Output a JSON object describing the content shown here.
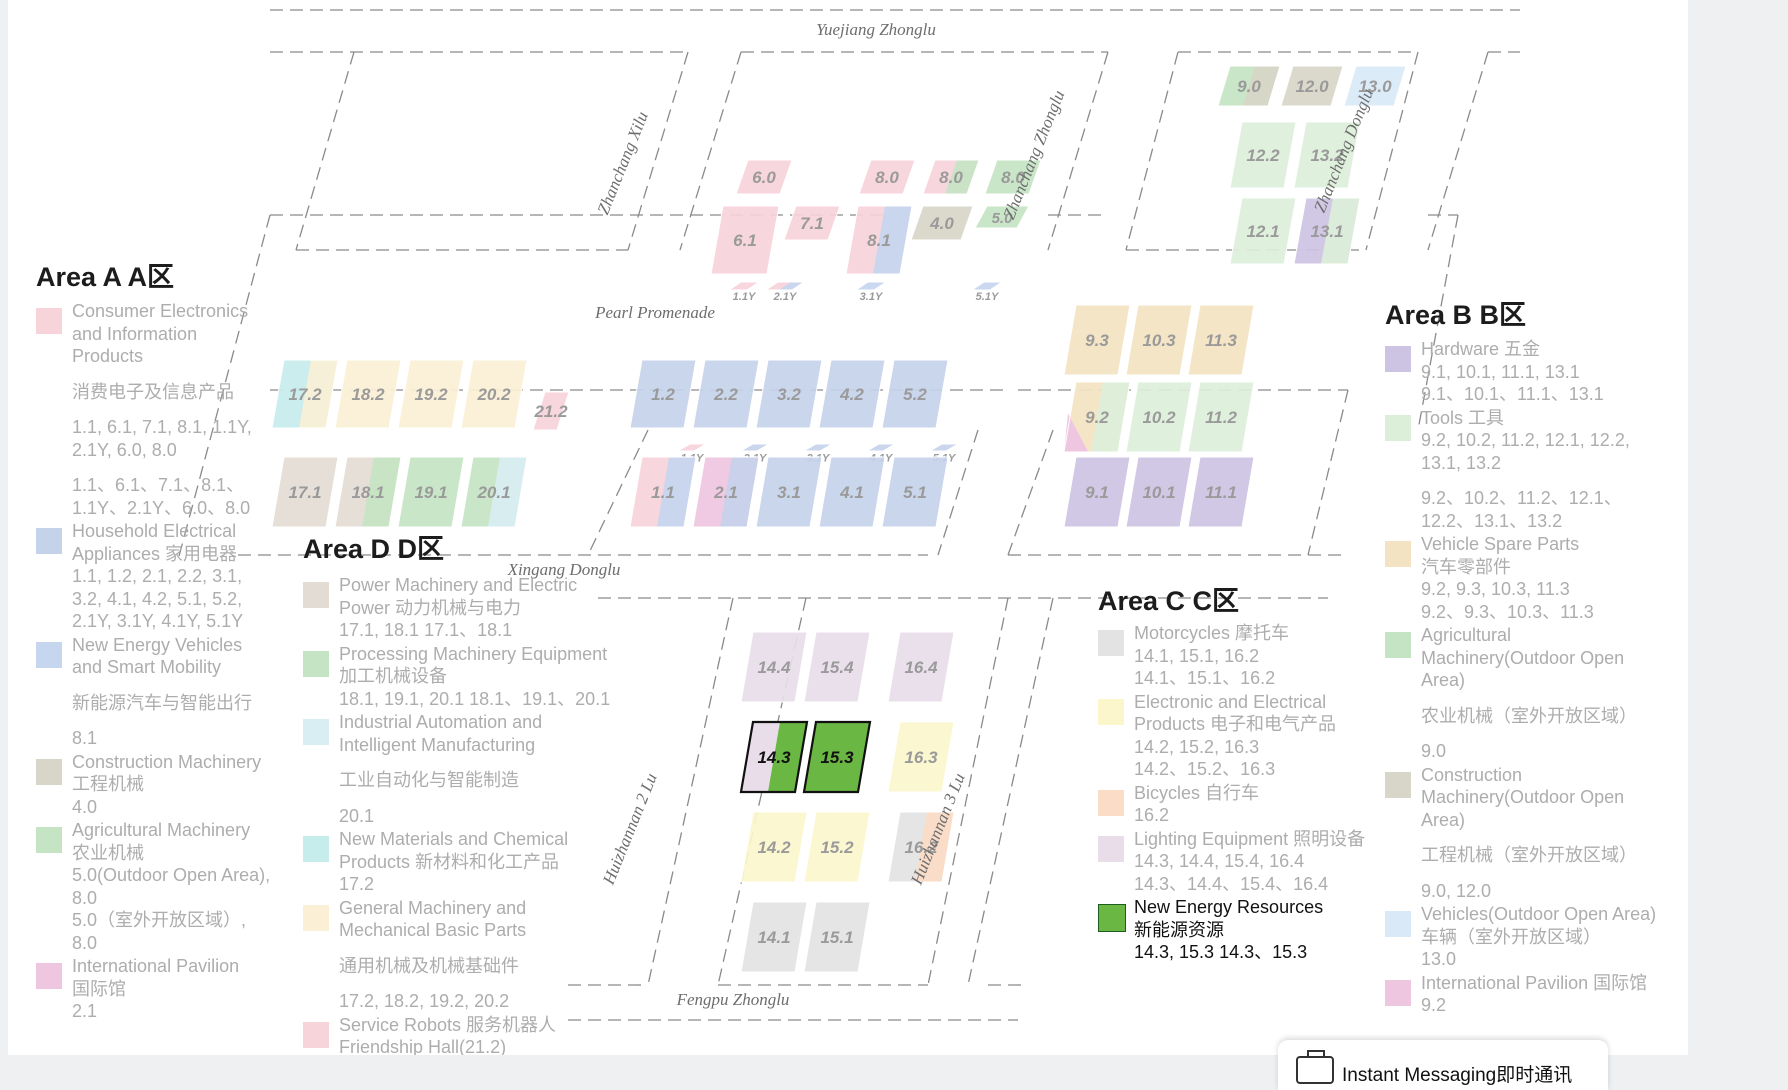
{
  "streets": [
    {
      "text": "Yuejiang Zhonglu"
    },
    {
      "text": "Zhanchang Xilu"
    },
    {
      "text": "Zhanchang Zhonglu"
    },
    {
      "text": "Zhanchang Donglu"
    },
    {
      "text": "Pearl Promenade"
    },
    {
      "text": "Xingang Donglu"
    },
    {
      "text": "Huizhannan 2 Lu"
    },
    {
      "text": "Huizhannan 3 Lu"
    },
    {
      "text": "Fengpu Zhonglu"
    }
  ],
  "halls": [
    {
      "label": "9.0",
      "colors": [
        "#c5e4c3",
        "#d8d6c8"
      ]
    },
    {
      "label": "12.0",
      "colors": [
        "#d8d6c8"
      ]
    },
    {
      "label": "13.0",
      "colors": [
        "#d9e9f7"
      ]
    },
    {
      "label": "12.2",
      "colors": [
        "#dcefd9"
      ]
    },
    {
      "label": "13.2",
      "colors": [
        "#dcefd9"
      ]
    },
    {
      "label": "12.1",
      "colors": [
        "#dcefd9"
      ]
    },
    {
      "label": "13.1",
      "colors": [
        "#cdc3e3",
        "#dcefd9"
      ]
    },
    {
      "label": "6.0",
      "colors": [
        "#f7d3da"
      ]
    },
    {
      "label": "8.0",
      "colors": [
        "#f7d3da"
      ]
    },
    {
      "label": "8.0",
      "colors": [
        "#f7d3da",
        "#c5e4c3"
      ]
    },
    {
      "label": "8.0",
      "colors": [
        "#c5e4c3"
      ]
    },
    {
      "label": "6.1",
      "colors": [
        "#f7d3da"
      ]
    },
    {
      "label": "7.1",
      "colors": [
        "#f7d3da"
      ]
    },
    {
      "label": "8.1",
      "colors": [
        "#f7d3da",
        "#c5d6ee"
      ]
    },
    {
      "label": "4.0",
      "colors": [
        "#d8d6c8"
      ]
    },
    {
      "label": "5.0",
      "colors": [
        "#c5e4c3"
      ]
    },
    {
      "label": "1.1Y",
      "colors": [
        "#f7d3da"
      ]
    },
    {
      "label": "2.1Y",
      "colors": [
        "#f7d3da",
        "#c5d6ee"
      ]
    },
    {
      "label": "3.1Y",
      "colors": [
        "#c5d6ee"
      ]
    },
    {
      "label": "5.1Y",
      "colors": [
        "#c5d6ee"
      ]
    },
    {
      "label": "9.3",
      "colors": [
        "#f3e3c2"
      ]
    },
    {
      "label": "10.3",
      "colors": [
        "#f3e3c2"
      ]
    },
    {
      "label": "11.3",
      "colors": [
        "#f3e3c2"
      ]
    },
    {
      "label": "9.2",
      "colors": [
        "#f3e3c2",
        "#dcefd9",
        "#efc6e0"
      ]
    },
    {
      "label": "10.2",
      "colors": [
        "#dcefd9"
      ]
    },
    {
      "label": "11.2",
      "colors": [
        "#dcefd9"
      ]
    },
    {
      "label": "9.1",
      "colors": [
        "#cdc3e3"
      ]
    },
    {
      "label": "10.1",
      "colors": [
        "#cdc3e3"
      ]
    },
    {
      "label": "11.1",
      "colors": [
        "#cdc3e3"
      ]
    },
    {
      "label": "17.2",
      "colors": [
        "#c7ecec",
        "#fbf0d6"
      ]
    },
    {
      "label": "18.2",
      "colors": [
        "#fbf0d6"
      ]
    },
    {
      "label": "19.2",
      "colors": [
        "#fbf0d6"
      ]
    },
    {
      "label": "20.2",
      "colors": [
        "#fbf0d6"
      ]
    },
    {
      "label": "21.2",
      "colors": [
        "#f7d3da"
      ]
    },
    {
      "label": "17.1",
      "colors": [
        "#e3dcd4"
      ]
    },
    {
      "label": "18.1",
      "colors": [
        "#e3dcd4",
        "#c5e4c3"
      ]
    },
    {
      "label": "19.1",
      "colors": [
        "#c5e4c3"
      ]
    },
    {
      "label": "20.1",
      "colors": [
        "#c5e4c3",
        "#d9eef3"
      ]
    },
    {
      "label": "1.2",
      "colors": [
        "#c5d3ea"
      ]
    },
    {
      "label": "2.2",
      "colors": [
        "#c5d3ea"
      ]
    },
    {
      "label": "3.2",
      "colors": [
        "#c5d3ea"
      ]
    },
    {
      "label": "4.2",
      "colors": [
        "#c5d3ea"
      ]
    },
    {
      "label": "5.2",
      "colors": [
        "#c5d3ea"
      ]
    },
    {
      "label": "1.1Y",
      "colors": [
        "#f7d3da"
      ]
    },
    {
      "label": "2.1Y",
      "colors": [
        "#c5d3ea"
      ]
    },
    {
      "label": "3.1Y",
      "colors": [
        "#c5d3ea"
      ]
    },
    {
      "label": "4.1Y",
      "colors": [
        "#c5d3ea"
      ]
    },
    {
      "label": "5.1Y",
      "colors": [
        "#c5d3ea"
      ]
    },
    {
      "label": "1.1",
      "colors": [
        "#f7d3da",
        "#c5d6ee"
      ]
    },
    {
      "label": "2.1",
      "colors": [
        "#efc6e0",
        "#c5d3ea"
      ]
    },
    {
      "label": "3.1",
      "colors": [
        "#c5d3ea"
      ]
    },
    {
      "label": "4.1",
      "colors": [
        "#c5d3ea"
      ]
    },
    {
      "label": "5.1",
      "colors": [
        "#c5d3ea"
      ]
    },
    {
      "label": "14.4",
      "colors": [
        "#e8dde9"
      ]
    },
    {
      "label": "15.4",
      "colors": [
        "#e8dde9"
      ]
    },
    {
      "label": "16.4",
      "colors": [
        "#e8dde9"
      ]
    },
    {
      "label": "14.3",
      "colors": [
        "#e8dde9",
        "#6ab744"
      ],
      "active": true
    },
    {
      "label": "15.3",
      "colors": [
        "#6ab744"
      ],
      "active": true
    },
    {
      "label": "16.3",
      "colors": [
        "#fbf6cc"
      ]
    },
    {
      "label": "14.2",
      "colors": [
        "#fbf6cc"
      ]
    },
    {
      "label": "15.2",
      "colors": [
        "#fbf6cc"
      ]
    },
    {
      "label": "16.2",
      "colors": [
        "#e3e3e3",
        "#fbdcc7"
      ]
    },
    {
      "label": "14.1",
      "colors": [
        "#e3e3e3"
      ]
    },
    {
      "label": "15.1",
      "colors": [
        "#e3e3e3"
      ]
    }
  ],
  "areas": {
    "a": {
      "title": "Area A A区",
      "items": [
        {
          "color": "#f7d3da",
          "lines": [
            "Consumer Electronics",
            "and Information",
            "Products",
            "",
            "消费电子及信息产品",
            "",
            "1.1, 6.1, 7.1, 8.1, 1.1Y,",
            "2.1Y, 6.0, 8.0",
            "",
            "1.1、6.1、7.1、8.1、",
            "1.1Y、2.1Y、6.0、8.0"
          ]
        },
        {
          "color": "#c5d3ea",
          "lines": [
            "Household Electrical",
            "Appliances 家用电器",
            "1.1, 1.2, 2.1, 2.2, 3.1,",
            "3.2, 4.1, 4.2, 5.1, 5.2,",
            "2.1Y, 3.1Y, 4.1Y, 5.1Y"
          ]
        },
        {
          "color": "#c5d6ee",
          "lines": [
            "New Energy Vehicles",
            "and Smart Mobility",
            "",
            "新能源汽车与智能出行",
            "",
            "8.1"
          ]
        },
        {
          "color": "#d8d6c8",
          "lines": [
            "Construction Machinery",
            "工程机械",
            "4.0"
          ]
        },
        {
          "color": "#c5e4c3",
          "lines": [
            "Agricultural Machinery",
            "农业机械",
            "5.0(Outdoor Open Area),",
            "8.0",
            "5.0（室外开放区域）,",
            "8.0"
          ]
        },
        {
          "color": "#efc6e0",
          "lines": [
            "International Pavilion",
            "国际馆",
            "2.1"
          ]
        }
      ]
    },
    "d": {
      "title": "Area D D区",
      "items": [
        {
          "color": "#e3dcd4",
          "lines": [
            "Power Machinery and Electric",
            "Power 动力机械与电力",
            "17.1, 18.1 17.1、18.1"
          ]
        },
        {
          "color": "#c5e4c3",
          "lines": [
            "Processing Machinery Equipment",
            "加工机械设备",
            "18.1, 19.1, 20.1 18.1、19.1、20.1"
          ]
        },
        {
          "color": "#d9eef3",
          "lines": [
            "Industrial Automation and",
            "Intelligent Manufacturing",
            "",
            "工业自动化与智能制造",
            "",
            "20.1"
          ]
        },
        {
          "color": "#c7ecec",
          "lines": [
            "New Materials and Chemical",
            "Products 新材料和化工产品",
            "17.2"
          ]
        },
        {
          "color": "#fbf0d6",
          "lines": [
            "General Machinery and",
            "Mechanical Basic Parts",
            "",
            "通用机械及机械基础件",
            "",
            "17.2, 18.2, 19.2, 20.2"
          ]
        },
        {
          "color": "#f7d3da",
          "lines": [
            "Service Robots 服务机器人",
            "Friendship Hall(21.2)"
          ]
        }
      ]
    },
    "c": {
      "title": "Area C C区",
      "items": [
        {
          "color": "#e3e3e3",
          "lines": [
            "Motorcycles 摩托车",
            "14.1, 15.1, 16.2",
            "14.1、15.1、16.2"
          ]
        },
        {
          "color": "#fbf6cc",
          "lines": [
            "Electronic and Electrical",
            "Products 电子和电气产品",
            "14.2, 15.2, 16.3",
            "14.2、15.2、16.3"
          ]
        },
        {
          "color": "#fbdcc7",
          "lines": [
            "Bicycles 自行车",
            "16.2"
          ]
        },
        {
          "color": "#e8dde9",
          "lines": [
            "Lighting Equipment 照明设备",
            "14.3, 14.4, 15.4, 16.4",
            "14.3、14.4、15.4、16.4"
          ]
        },
        {
          "color": "#6ab744",
          "active": true,
          "lines": [
            "New Energy Resources",
            "新能源资源",
            "14.3, 15.3 14.3、15.3"
          ]
        }
      ]
    },
    "b": {
      "title": "Area B B区",
      "items": [
        {
          "color": "#cdc3e3",
          "lines": [
            "Hardware 五金",
            "9.1, 10.1, 11.1, 13.1",
            "9.1、10.1、11.1、13.1"
          ]
        },
        {
          "color": "#dcefd9",
          "lines": [
            "Tools 工具",
            "9.2, 10.2, 11.2, 12.1, 12.2,",
            "13.1, 13.2",
            "",
            "9.2、10.2、11.2、12.1、",
            "12.2、13.1、13.2"
          ]
        },
        {
          "color": "#f3e3c2",
          "lines": [
            "Vehicle Spare Parts",
            "汽车零部件",
            "9.2, 9.3, 10.3, 11.3",
            "9.2、9.3、10.3、11.3"
          ]
        },
        {
          "color": "#c5e4c3",
          "lines": [
            "Agricultural",
            "Machinery(Outdoor Open",
            "Area)",
            "",
            "农业机械（室外开放区域）",
            "",
            "9.0"
          ]
        },
        {
          "color": "#d8d6c8",
          "lines": [
            "Construction",
            "Machinery(Outdoor Open",
            "Area)",
            "",
            "工程机械（室外开放区域）",
            "",
            "9.0, 12.0"
          ]
        },
        {
          "color": "#d9e9f7",
          "lines": [
            "Vehicles(Outdoor Open Area)",
            "车辆（室外开放区域）",
            "13.0"
          ]
        },
        {
          "color": "#efc6e0",
          "lines": [
            "International Pavilion 国际馆",
            "9.2"
          ]
        }
      ]
    }
  },
  "im_tab": {
    "label": "Instant Messaging即时通讯"
  }
}
